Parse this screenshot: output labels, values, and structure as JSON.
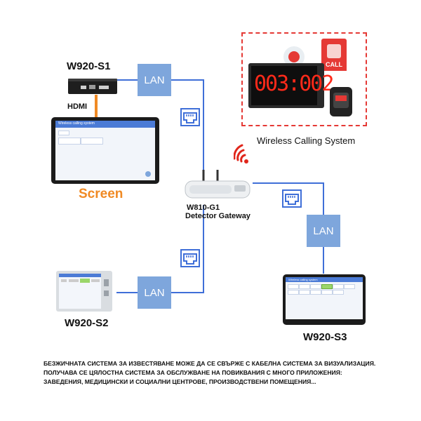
{
  "nodes": {
    "s1": "W920-S1",
    "hdmi": "HDMI",
    "screen": "Screen",
    "gateway_line1": "W810-G1",
    "gateway_line2": "Detector Gateway",
    "s2": "W920-S2",
    "s3": "W920-S3",
    "wireless": "Wireless Calling System"
  },
  "lan_label": "LAN",
  "call_button_text": "CALL",
  "display_digits": "003:002",
  "caption": [
    "БЕЗЖИЧНАТА СИСТЕМА ЗА ИЗВЕСТЯВАНЕ МОЖЕ ДА СЕ СВЪРЖЕ С КАБЕЛНА СИСТЕМА ЗА ВИЗУАЛИЗАЦИЯ.",
    "ПОЛУЧАВА СЕ ЦЯЛОСТНА СИСТЕМА ЗА ОБСЛУЖВАНЕ НА ПОВИКВАНИЯ С МНОГО ПРИЛОЖЕНИЯ:",
    "ЗАВЕДЕНИЯ, МЕДИЦИНСКИ И СОЦИАЛНИ ЦЕНТРОВЕ, ПРОИЗВОДСТВЕНИ ПОМЕЩЕНИЯ..."
  ],
  "colors": {
    "lan_box": "#7ea6dc",
    "cable": "#3f6fd8",
    "hdmi_cable": "#f08a24",
    "screen_label": "#f08a24",
    "dashed_border": "#e53935",
    "led_digits": "#ff2a1a"
  },
  "icons": [
    "ethernet-port-icon",
    "wifi-signal-icon"
  ]
}
